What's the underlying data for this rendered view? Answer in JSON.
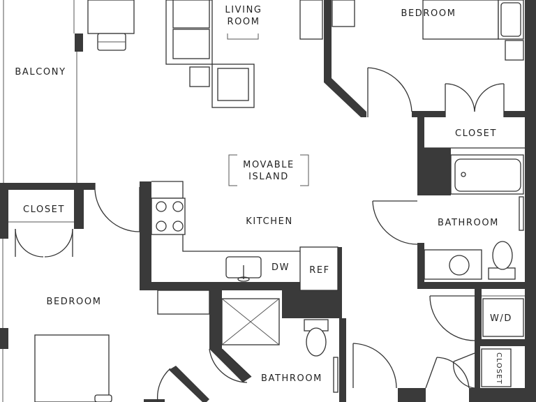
{
  "rooms": {
    "living_room": [
      "LIVING",
      "ROOM"
    ],
    "bedroom_top": "BEDROOM",
    "balcony": "BALCONY",
    "closet_top": "CLOSET",
    "movable_island": [
      "MOVABLE",
      "ISLAND"
    ],
    "kitchen": "KITCHEN",
    "bathroom_right": "BATHROOM",
    "closet_left": "CLOSET",
    "bedroom_left": "BEDROOM",
    "dw": "DW",
    "ref": "REF",
    "wd": "W/D",
    "bathroom_bottom": "BATHROOM",
    "closet_small": "CLOSET"
  },
  "colors": {
    "wall": "#3a3a3a",
    "line": "#333333",
    "background": "#ffffff"
  }
}
